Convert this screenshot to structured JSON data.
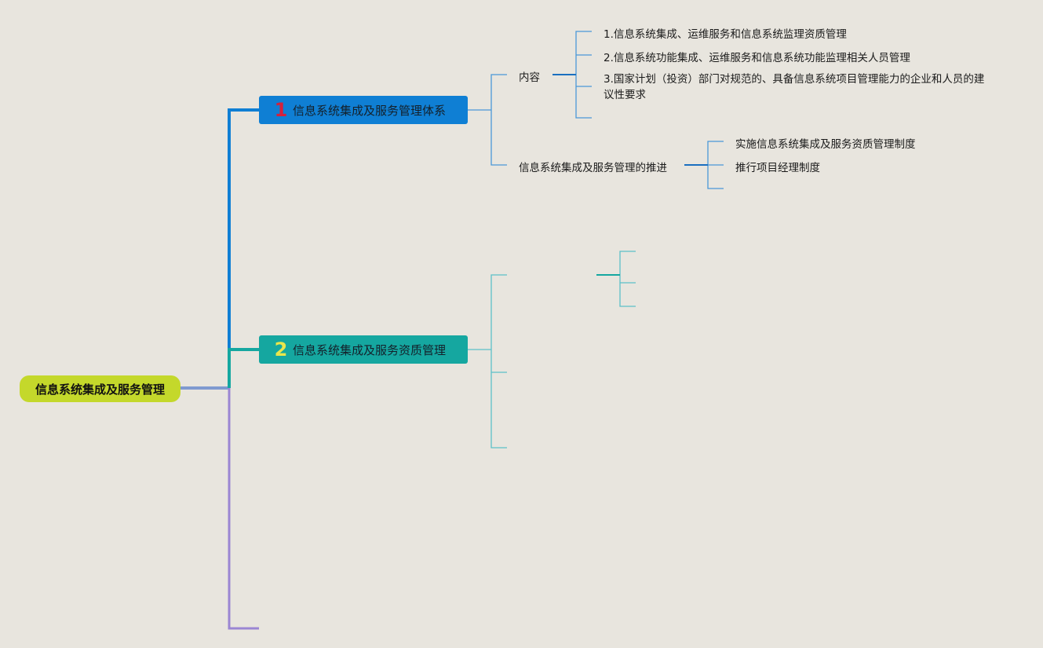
{
  "root": {
    "label": "信息系统集成及服务管理"
  },
  "branches": [
    {
      "number": "1",
      "label": "信息系统集成及服务管理体系",
      "children": [
        {
          "label": "内容",
          "items": [
            "1.信息系统集成、运维服务和信息系统监理资质管理",
            "2.信息系统功能集成、运维服务和信息系统功能监理相关人员管理",
            "3.国家计划（投资）部门对规范的、具备信息系统项目管理能力的企业和人员的建议性要求"
          ]
        },
        {
          "label": "信息系统集成及服务管理的推进",
          "items": [
            "实施信息系统集成及服务资质管理制度",
            "推行项目经理制度"
          ]
        }
      ]
    },
    {
      "number": "2",
      "label": "信息系统集成及服务资质管理"
    }
  ],
  "colors": {
    "background": "#e8e5de",
    "root": "#c4d82b",
    "branch1": "#0f7fd4",
    "branch2": "#15a7a0",
    "branch3": "#9b86d3",
    "branch1_number": "#d4213c",
    "branch2_number": "#e9e64c"
  }
}
